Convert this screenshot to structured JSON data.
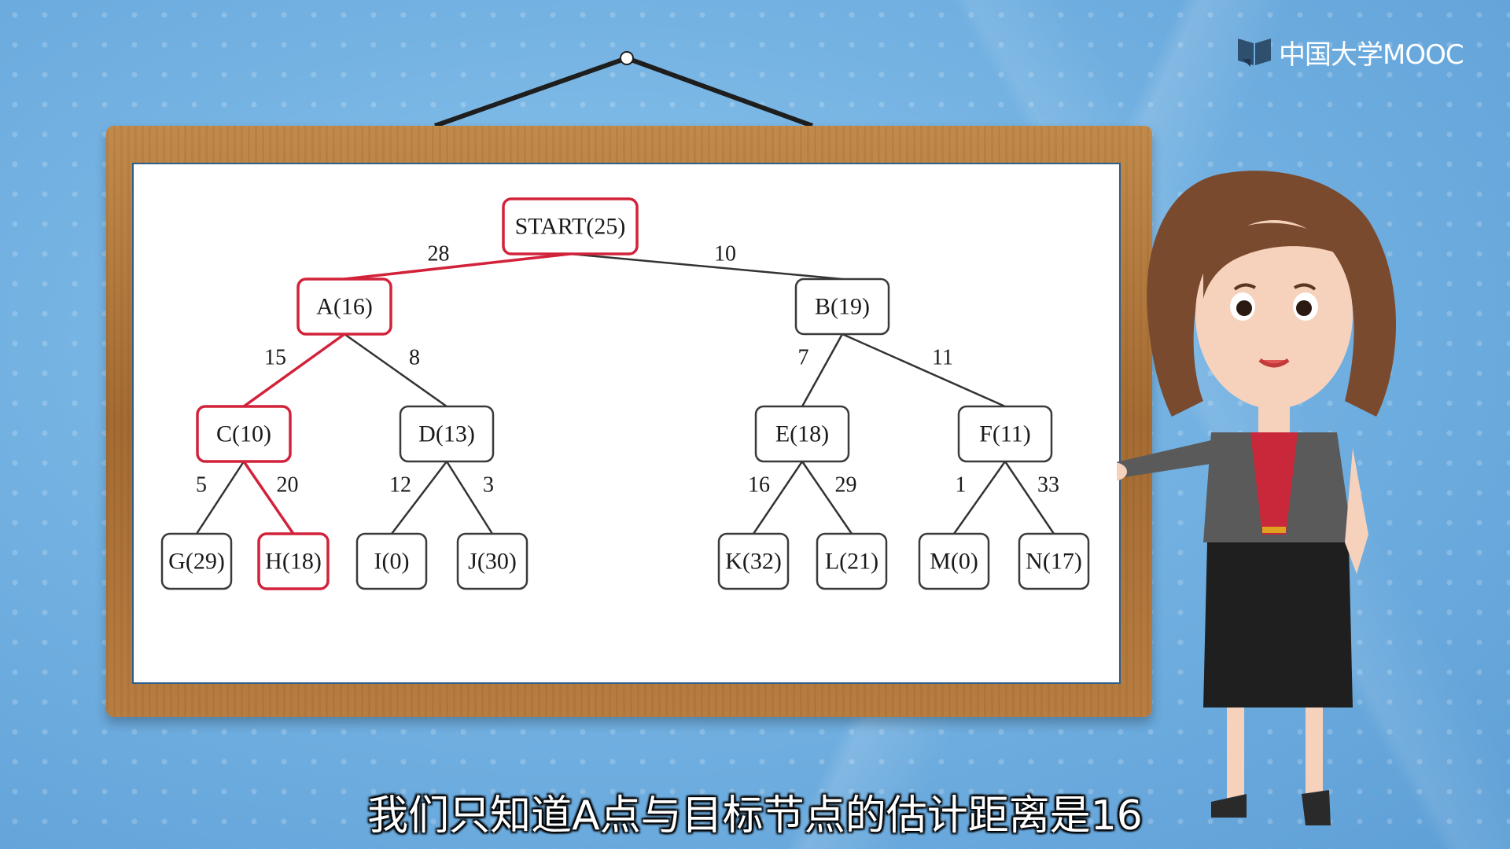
{
  "logo": {
    "text": "中国大学MOOC"
  },
  "subtitle": {
    "text": "我们只知道A点与目标节点的估计距离是16"
  },
  "colors": {
    "highlight": "#d2223a",
    "normal": "#333333",
    "board": "#ffffff",
    "frame": "#a46b32"
  },
  "tree": {
    "nodes": [
      {
        "id": "START",
        "label": "START(25)",
        "highlight": true
      },
      {
        "id": "A",
        "label": "A(16)",
        "highlight": true
      },
      {
        "id": "B",
        "label": "B(19)",
        "highlight": false
      },
      {
        "id": "C",
        "label": "C(10)",
        "highlight": true
      },
      {
        "id": "D",
        "label": "D(13)",
        "highlight": false
      },
      {
        "id": "E",
        "label": "E(18)",
        "highlight": false
      },
      {
        "id": "F",
        "label": "F(11)",
        "highlight": false
      },
      {
        "id": "G",
        "label": "G(29)",
        "highlight": false
      },
      {
        "id": "H",
        "label": "H(18)",
        "highlight": true
      },
      {
        "id": "I",
        "label": "I(0)",
        "highlight": false
      },
      {
        "id": "J",
        "label": "J(30)",
        "highlight": false
      },
      {
        "id": "K",
        "label": "K(32)",
        "highlight": false
      },
      {
        "id": "L",
        "label": "L(21)",
        "highlight": false
      },
      {
        "id": "M",
        "label": "M(0)",
        "highlight": false
      },
      {
        "id": "N",
        "label": "N(17)",
        "highlight": false
      }
    ],
    "edges": [
      {
        "from": "START",
        "to": "A",
        "weight": "28",
        "highlight": true
      },
      {
        "from": "START",
        "to": "B",
        "weight": "10",
        "highlight": false
      },
      {
        "from": "A",
        "to": "C",
        "weight": "15",
        "highlight": true
      },
      {
        "from": "A",
        "to": "D",
        "weight": "8",
        "highlight": false
      },
      {
        "from": "B",
        "to": "E",
        "weight": "7",
        "highlight": false
      },
      {
        "from": "B",
        "to": "F",
        "weight": "11",
        "highlight": false
      },
      {
        "from": "C",
        "to": "G",
        "weight": "5",
        "highlight": false
      },
      {
        "from": "C",
        "to": "H",
        "weight": "20",
        "highlight": true
      },
      {
        "from": "D",
        "to": "I",
        "weight": "12",
        "highlight": false
      },
      {
        "from": "D",
        "to": "J",
        "weight": "3",
        "highlight": false
      },
      {
        "from": "E",
        "to": "K",
        "weight": "16",
        "highlight": false
      },
      {
        "from": "E",
        "to": "L",
        "weight": "29",
        "highlight": false
      },
      {
        "from": "F",
        "to": "M",
        "weight": "1",
        "highlight": false
      },
      {
        "from": "F",
        "to": "N",
        "weight": "33",
        "highlight": false
      }
    ]
  }
}
